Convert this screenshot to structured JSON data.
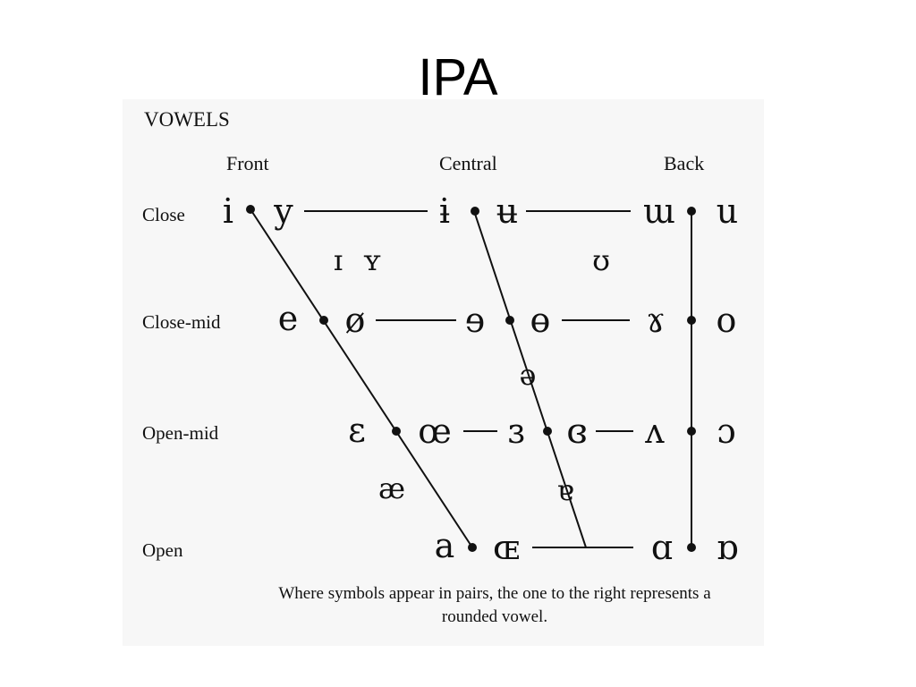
{
  "slide": {
    "title": "IPA"
  },
  "chart": {
    "heading": "VOWELS",
    "columns": {
      "front": "Front",
      "central": "Central",
      "back": "Back"
    },
    "rows": {
      "close": "Close",
      "close_mid": "Close-mid",
      "open_mid": "Open-mid",
      "open": "Open"
    },
    "symbols": {
      "close_front_unrounded": "i",
      "close_front_rounded": "y",
      "close_central_unrounded": "ɨ",
      "close_central_rounded": "ʉ",
      "close_back_unrounded": "ɯ",
      "close_back_rounded": "u",
      "near_close_front_unrounded": "ɪ",
      "near_close_front_rounded": "ʏ",
      "near_close_back_rounded": "ʊ",
      "close_mid_front_unrounded": "e",
      "close_mid_front_rounded": "ø",
      "close_mid_central_unrounded": "ɘ",
      "close_mid_central_rounded": "ɵ",
      "close_mid_back_unrounded": "ɤ",
      "close_mid_back_rounded": "o",
      "mid_central": "ə",
      "open_mid_front_unrounded": "ɛ",
      "open_mid_front_rounded": "œ",
      "open_mid_central_unrounded": "ɜ",
      "open_mid_central_rounded": "ɞ",
      "open_mid_back_unrounded": "ʌ",
      "open_mid_back_rounded": "ɔ",
      "near_open_front": "æ",
      "near_open_central": "ɐ",
      "open_front_unrounded": "a",
      "open_front_rounded": "ɶ",
      "open_back_unrounded": "ɑ",
      "open_back_rounded": "ɒ"
    },
    "note": "Where symbols appear in pairs, the one to the right represents a rounded vowel."
  }
}
